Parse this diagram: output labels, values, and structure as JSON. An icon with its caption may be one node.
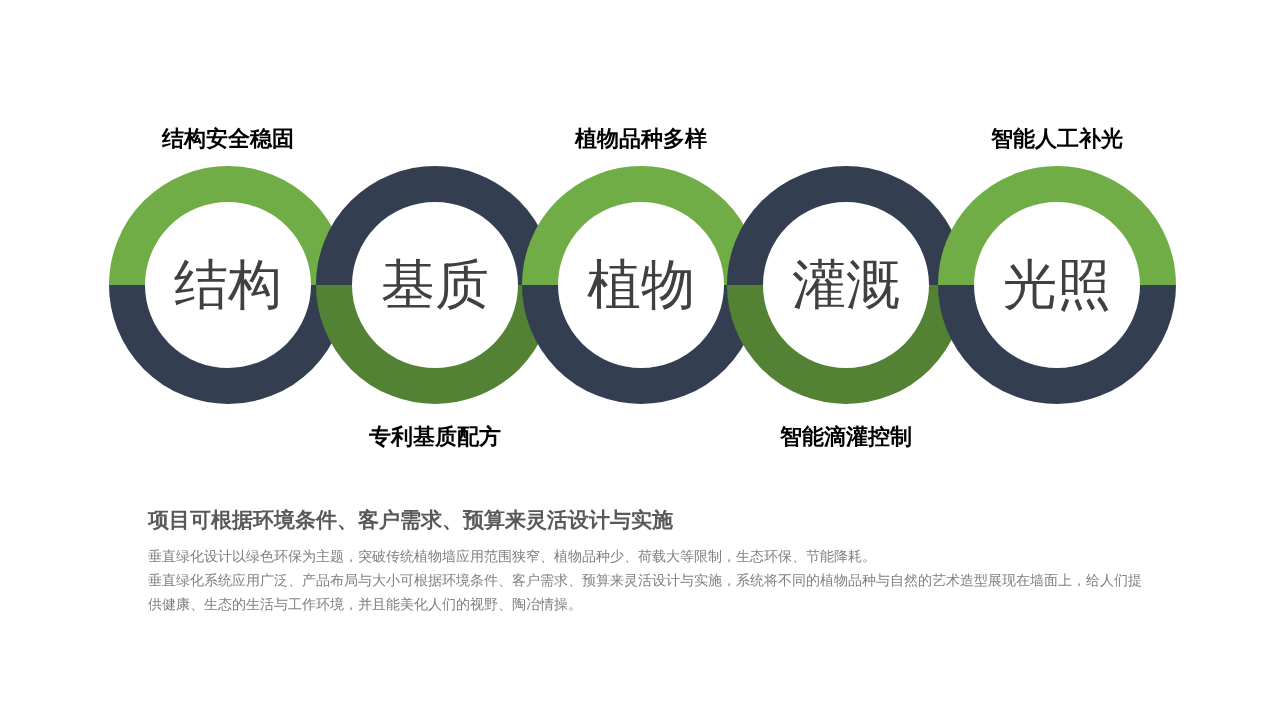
{
  "diagram": {
    "nodes": [
      {
        "text": [
          "结构安全稳固",
          "结构"
        ]
      },
      {
        "text": [
          "基质",
          "专利基质配方"
        ]
      },
      {
        "text": [
          "植物品种多样",
          "植物"
        ]
      },
      {
        "text": [
          "灌溉",
          "智能滴灌控制"
        ]
      },
      {
        "text": [
          "智能人工补光",
          "光照"
        ]
      }
    ],
    "labels": [
      "项目可根据环境条件、客户需求、预算来灵活设计与实施",
      "垂直绿化设计以绿色环保为主题，突破传统植物墙应用范围狭窄、植物品种少、荷载大等限制，生态环保、节能降耗。",
      "垂直绿化系统应用广泛、产品布局与大小可根据环境条件、客户需求、预算来灵活设计与实施，系统将不同的植物品种与自然的艺术造型展现在墙面上，给人们提供健康、生态的生活与工作环境，并且能美化人们的视野、陶冶情操。"
    ]
  }
}
